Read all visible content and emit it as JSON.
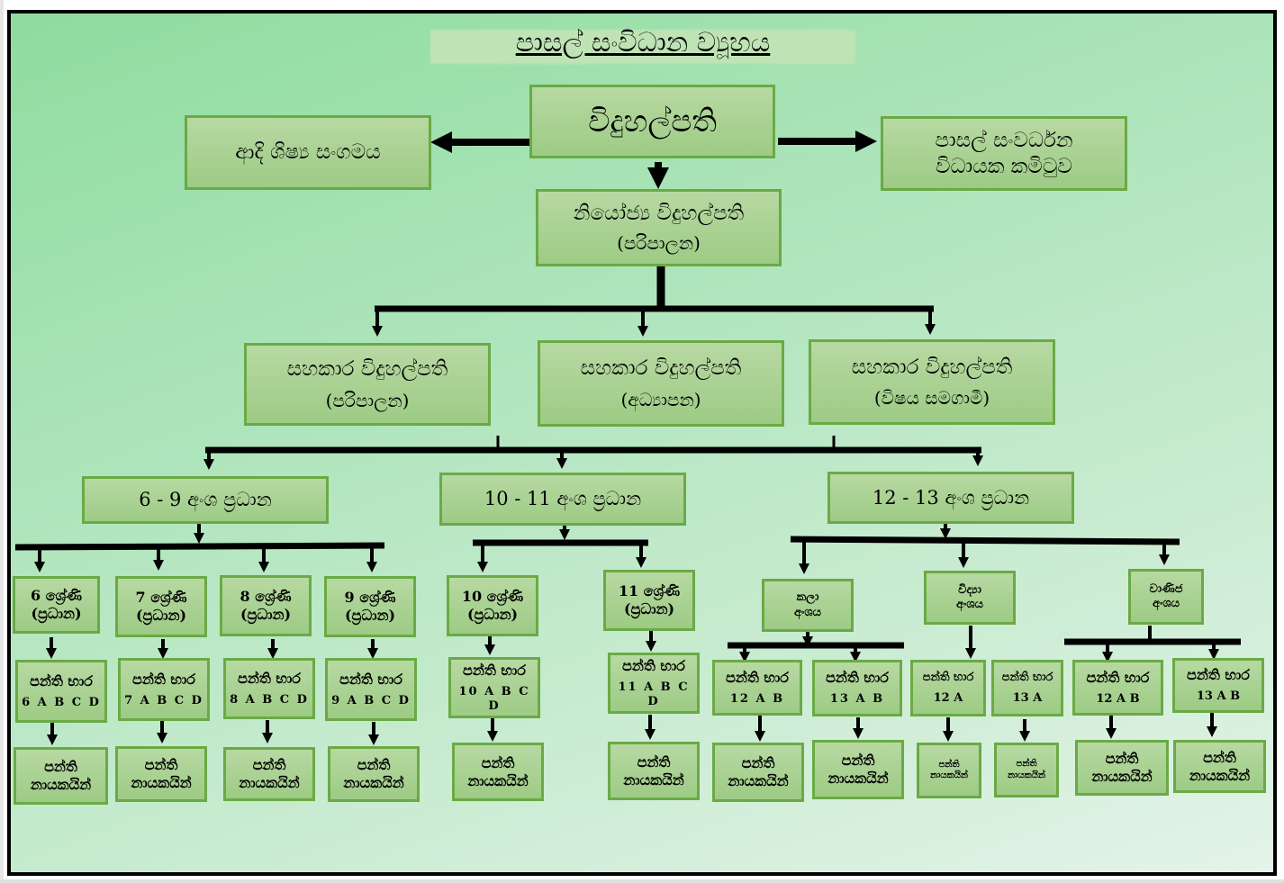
{
  "title": "පාසල් සංවිධාන ව්‍යූහය",
  "principal": "විදුහල්පති",
  "alumni": "ආදි ශිෂ්‍ය සංගමය",
  "sdc": [
    "පාසල් සංවර්ධන",
    "විධායක කමිටුව"
  ],
  "deputy": {
    "title": "නියෝජ්‍ය විදුහල්පති",
    "sub": "(පරිපාලන)"
  },
  "assistants": [
    {
      "title": "සහකාර විදුහල්පති",
      "sub": "(පරිපාලන)"
    },
    {
      "title": "සහකාර විදුහල්පති",
      "sub": "(අධ්‍යාපන)"
    },
    {
      "title": "සහකාර විදුහල්පති",
      "sub": "(විෂය සමගාමී)"
    }
  ],
  "sections": [
    "6 - 9 අංශ ප්‍රධාන",
    "10 - 11 අංශ ප්‍රධාන",
    "12 - 13 අංශ ප්‍රධාන"
  ],
  "grade_heads": [
    {
      "title": "6 ශ්‍රේණි",
      "sub": "(ප්‍රධාන)"
    },
    {
      "title": "7 ශ්‍රේණි",
      "sub": "(ප්‍රධාන)"
    },
    {
      "title": "8 ශ්‍රේණි",
      "sub": "(ප්‍රධාන)"
    },
    {
      "title": "9 ශ්‍රේණි",
      "sub": "(ප්‍රධාන)"
    },
    {
      "title": "10 ශ්‍රේණි",
      "sub": "(ප්‍රධාන)"
    },
    {
      "title": "11 ශ්‍රේණි",
      "sub": "(ප්‍රධාන)"
    }
  ],
  "streams": [
    {
      "title": "කලා",
      "sub": "අංශය"
    },
    {
      "title": "විද්‍යා",
      "sub": "අංශය"
    },
    {
      "title": "වාණිජ",
      "sub": "අංශය"
    }
  ],
  "class_teacher_label": "පන්ති භාර",
  "class_codes": [
    "6 A B C D",
    "7 A B C D",
    "8 A B C D",
    "9 A B C D",
    "10 A B C D",
    "11 A B C D",
    "12 A B",
    "13 A B",
    "12 A",
    "13 A",
    "12 A B",
    "13 A B"
  ],
  "monitors": {
    "line1": "පන්ති",
    "line2": "නායකයින්"
  }
}
